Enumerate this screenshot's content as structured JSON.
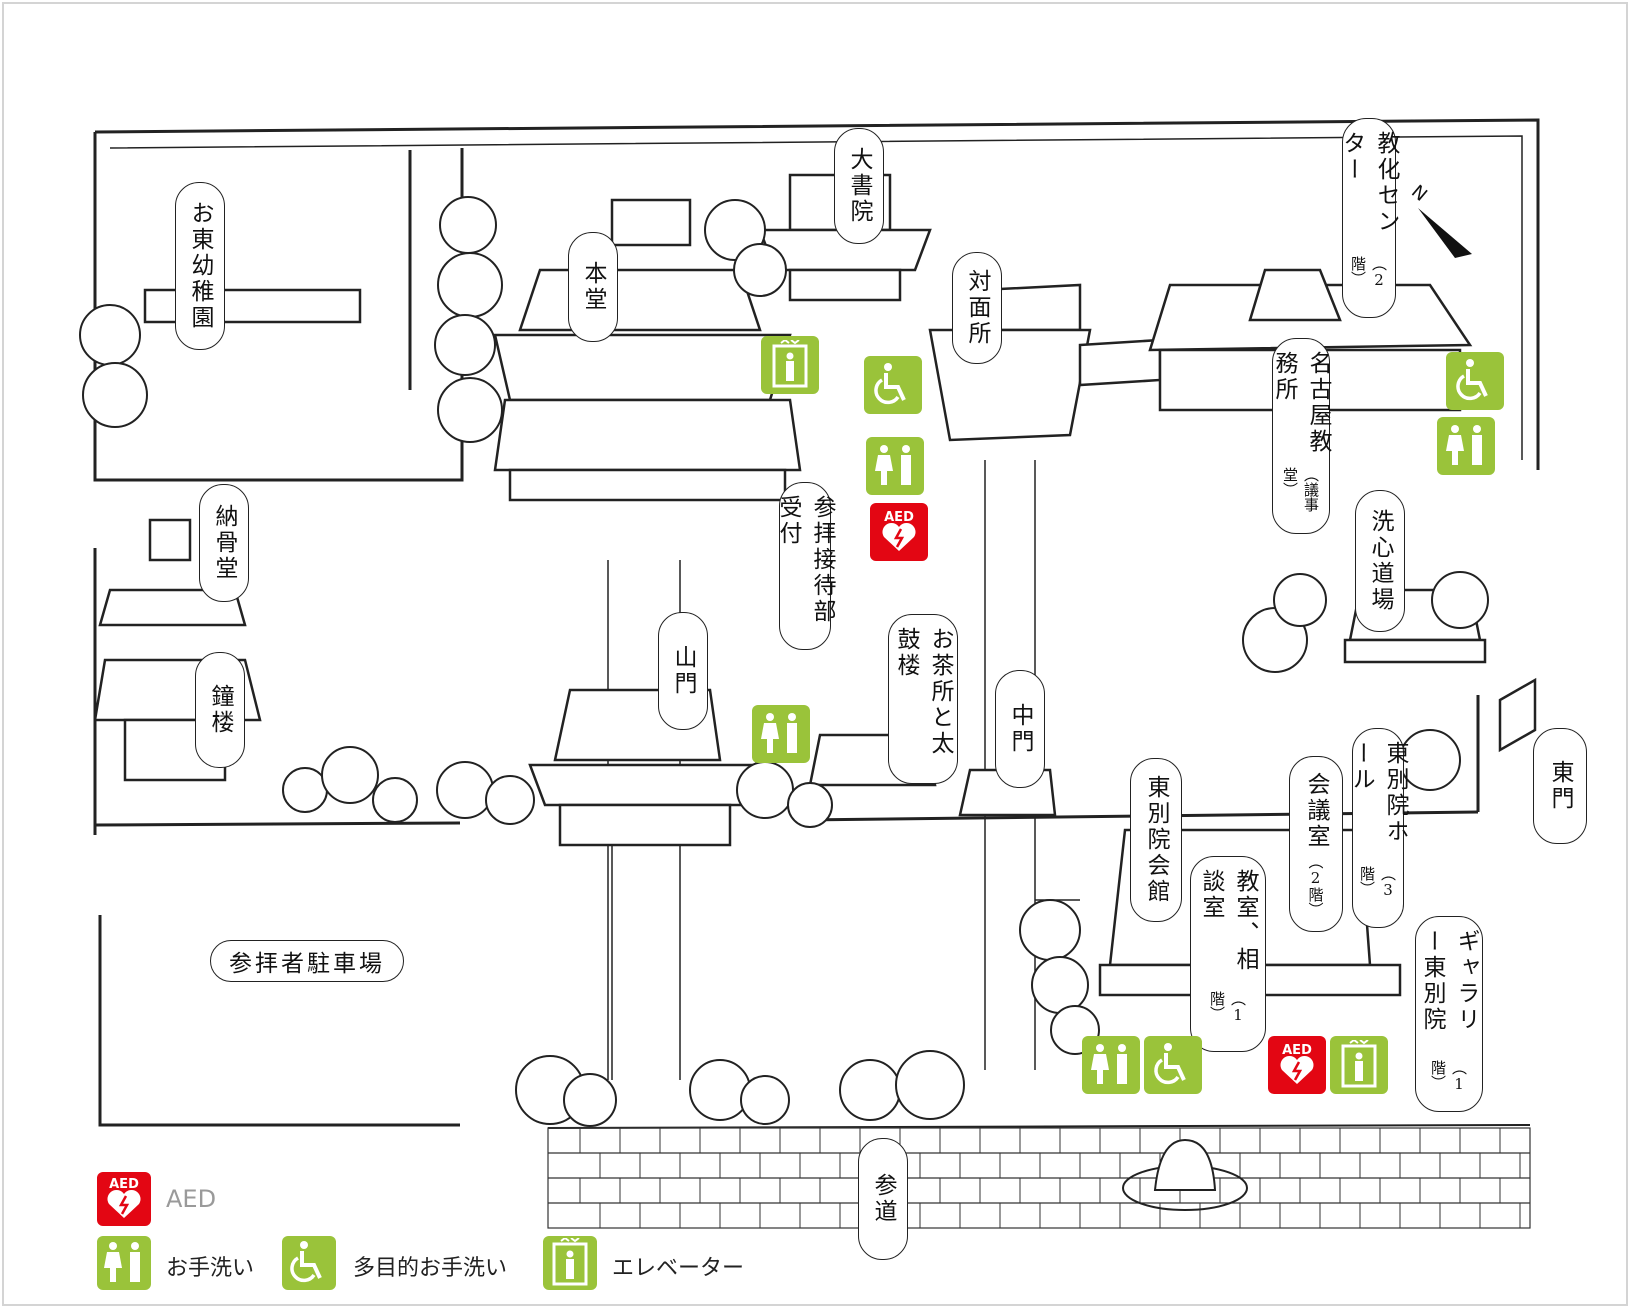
{
  "map": {
    "compass_letter": "N",
    "colors": {
      "facility_green": "#9ac33a",
      "aed_red": "#e30613",
      "line": "#222222"
    },
    "labels": {
      "kyouka_center": {
        "title": "教化センター",
        "sub": "（2階）"
      },
      "daishoin": {
        "title": "大書院"
      },
      "taimensho": {
        "title": "対面所"
      },
      "hondo": {
        "title": "本堂"
      },
      "ohigashi_youchien": {
        "title": "お東幼稚園"
      },
      "nagoya_kyomusho": {
        "title": "名古屋教務所",
        "sub": "（議事堂）"
      },
      "noukotsudo": {
        "title": "納骨堂"
      },
      "sanpai_settai": {
        "title": "参拝接待部受付"
      },
      "senshin_dojo": {
        "title": "洗心道場"
      },
      "shoro": {
        "title": "鐘楼"
      },
      "sanmon": {
        "title": "山門"
      },
      "ochadokoro": {
        "title": "お茶所と太鼓楼"
      },
      "chumon": {
        "title": "中門"
      },
      "higashimon": {
        "title": "東門"
      },
      "betsuin_hall": {
        "title": "東別院ホール",
        "sub": "（3階）"
      },
      "kaigishitsu": {
        "title": "会議室",
        "sub": "（2階）"
      },
      "betsuin_kaikan": {
        "title": "東別院会館"
      },
      "kyoshitsu": {
        "title": "教室、相談室",
        "sub": "（1階）"
      },
      "gallery": {
        "title": "ギャラリー東別院",
        "sub": "（1階）"
      },
      "parking": {
        "title": "参拝者駐車場"
      },
      "sando": {
        "title": "参道"
      }
    },
    "icons": {
      "aed_text": "AED",
      "names": [
        "aed-icon",
        "restroom-icon",
        "accessible-restroom-icon",
        "elevator-icon"
      ]
    }
  },
  "legend": {
    "aed": "AED",
    "restroom": "お手洗い",
    "accessible": "多目的お手洗い",
    "elevator": "エレベーター"
  }
}
